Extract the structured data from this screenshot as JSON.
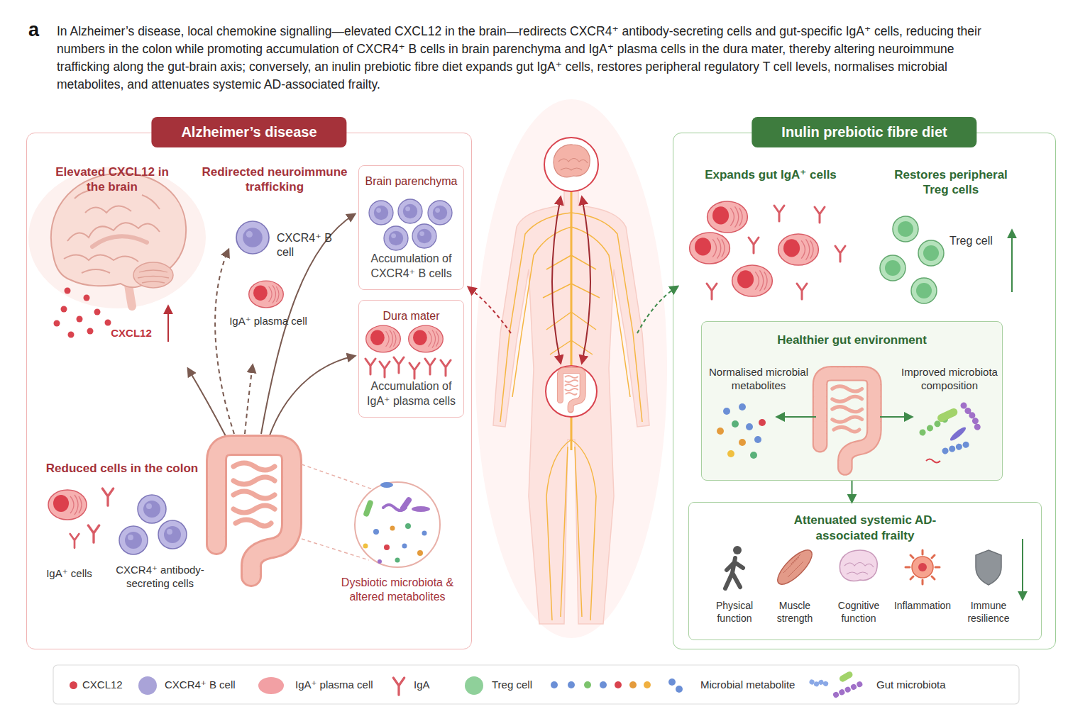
{
  "diagram": {
    "caption": "In Alzheimer’s disease, local chemokine signalling—elevated CXCL12 in the brain—redirects CXCR4⁺ antibody-secreting cells and gut-specific IgA⁺ cells, reducing their numbers in the colon while promoting accumulation of CXCR4⁺ B cells in brain parenchyma and IgA⁺ plasma cells in the dura mater, thereby altering neuroimmune trafficking along the gut-brain axis; conversely, an inulin prebiotic fibre diet expands gut IgA⁺ cells, restores peripheral regulatory T cell levels, normalises microbial metabolites, and attenuates systemic AD-associated frailty.",
    "nodes": [
      {
        "text": [
          "Alzheimer’s disease"
        ]
      },
      {
        "text": [
          "Brain parenchyma",
          "Accumulation of CXCR4⁺ B cells"
        ],
        "in": 0
      },
      {
        "text": [
          "Dura mater",
          "Accumulation of IgA⁺ plasma cells"
        ],
        "in": 0
      },
      {
        "text": [
          "Inulin prebiotic fibre diet"
        ]
      },
      {
        "text": [
          "Healthier gut environment"
        ],
        "in": 3
      },
      {
        "text": [
          "Attenuated systemic AD-associated frailty"
        ],
        "in": 3
      }
    ],
    "edges": [
      {
        "from": 4,
        "to": 5,
        "arrow": "to"
      }
    ],
    "labels": [
      "a",
      "Elevated CXCL12 in the brain",
      "Redirected neuroimmune trafficking",
      "CXCR4⁺ B cell",
      "IgA⁺ plasma cell",
      "CXCL12",
      "Reduced cells in the colon",
      "IgA⁺ cells",
      "CXCR4⁺ antibody-secreting cells",
      "Dysbiotic microbiota & altered metabolites",
      "Expands gut IgA⁺ cells",
      "Restores peripheral Treg cells",
      "Treg cell",
      "Normalised microbial metabolites",
      "Improved microbiota composition",
      "Physical function",
      "Muscle strength",
      "Cognitive function",
      "Inflammation",
      "Immune resilience"
    ],
    "legend": [
      {
        "text": "CXCL12",
        "color": "#d9434e"
      },
      {
        "text": "CXCR4⁺ B cell",
        "color": "#a9a3d8"
      },
      {
        "text": "IgA⁺ plasma cell",
        "color": "#f2a0a4"
      },
      {
        "text": "IgA"
      },
      {
        "text": "Treg cell",
        "color": "#8fd09a"
      },
      {
        "text": "Microbial metabolite"
      },
      {
        "text": "Gut microbiota"
      }
    ]
  }
}
